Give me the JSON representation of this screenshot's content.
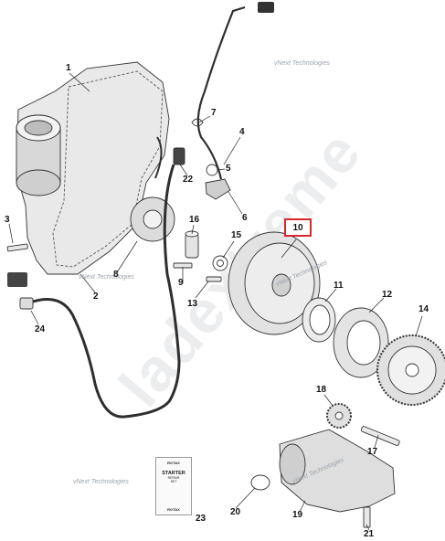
{
  "diagram": {
    "highlighted_callout": "10",
    "callouts": [
      "1",
      "2",
      "3",
      "4",
      "5",
      "6",
      "7",
      "8",
      "9",
      "11",
      "12",
      "13",
      "14",
      "15",
      "16",
      "17",
      "18",
      "19",
      "20",
      "21",
      "22",
      "23",
      "24"
    ],
    "watermark_text": "vNext Technologies",
    "big_watermark": "ladextreme",
    "repair_card": {
      "brand": "ROTAX",
      "title": "STARTER",
      "line1": "REPAIR",
      "line2": "SET",
      "brand_bottom": "ROTAX"
    },
    "colors": {
      "highlight_box": "#d8262e",
      "part_stroke": "#333333",
      "part_fill": "#e9e9e9",
      "hose": "#2e2e2e"
    }
  }
}
